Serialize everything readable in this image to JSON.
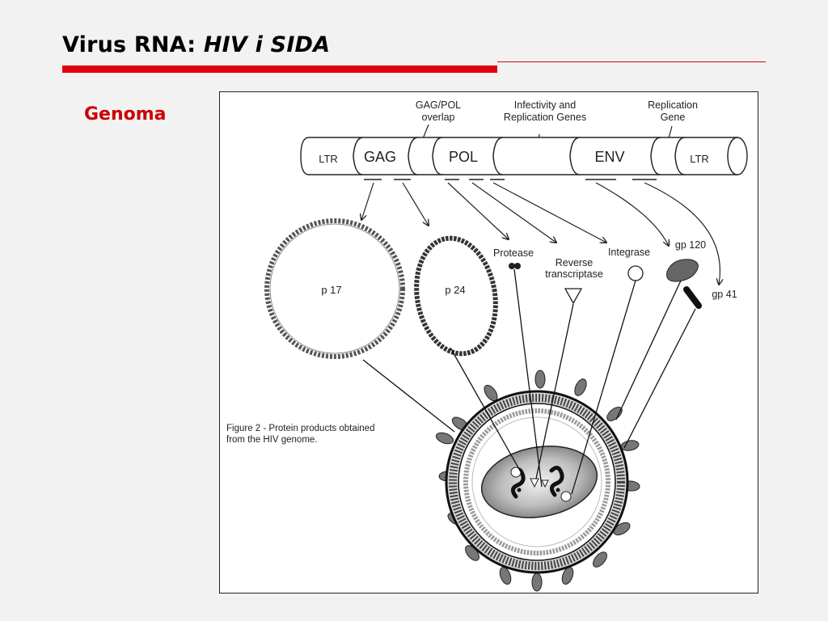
{
  "slide": {
    "title_plain": "Virus RNA: ",
    "title_italic": "HIV i SIDA",
    "subtitle": "Genoma"
  },
  "colors": {
    "accent_red": "#e0000f",
    "subtitle_red": "#cc0000",
    "background": "#f2f2f2"
  },
  "figure": {
    "caption_line1": "Figure 2 - Protein products obtained",
    "caption_line2": "from the HIV genome.",
    "top_labels": {
      "gagpol_line1": "GAG/POL",
      "gagpol_line2": "overlap",
      "infect_line1": "Infectivity and",
      "infect_line2": "Replication Genes",
      "repl_line1": "Replication",
      "repl_line2": "Gene"
    },
    "genome_segments": {
      "ltr_left": "LTR",
      "gag": "GAG",
      "pol": "POL",
      "env": "ENV",
      "ltr_right": "LTR"
    },
    "proteins": {
      "p17": "p 17",
      "p24": "p 24",
      "protease": "Protease",
      "rt_line1": "Reverse",
      "rt_line2": "transcriptase",
      "integrase": "Integrase",
      "gp120": "gp 120",
      "gp41": "gp 41"
    }
  }
}
